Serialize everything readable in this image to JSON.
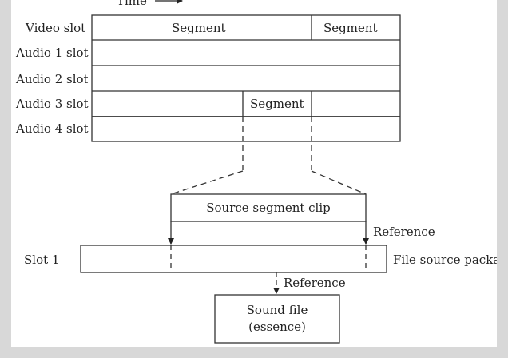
{
  "time_label": "Time",
  "tracks": [
    {
      "label": "Video slot"
    },
    {
      "label": "Audio 1 slot"
    },
    {
      "label": "Audio 2 slot"
    },
    {
      "label": "Audio 3 slot"
    },
    {
      "label": "Audio 4 slot"
    }
  ],
  "segments": {
    "video_segment_1": "Segment",
    "video_segment_2": "Segment",
    "audio3_segment": "Segment"
  },
  "source_clip": "Source segment clip",
  "reference_1": "Reference",
  "slot_1": "Slot 1",
  "file_source_package": "File source package",
  "reference_2": "Reference",
  "sound_file": {
    "line1": "Sound file",
    "line2": "(essence)"
  }
}
